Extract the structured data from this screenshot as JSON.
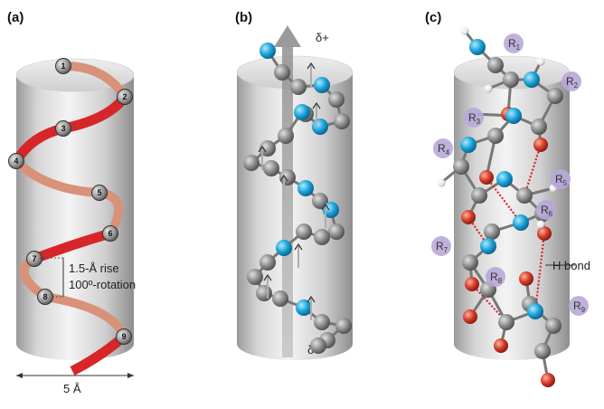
{
  "panels": {
    "a": {
      "label": "(a)",
      "residues": [
        "1",
        "2",
        "3",
        "4",
        "5",
        "6",
        "7",
        "8",
        "9"
      ],
      "rise": "1.5-Å rise",
      "rotation": "100º-rotation",
      "diameter": "5 Å"
    },
    "b": {
      "label": "(b)",
      "dipole_top": "δ+",
      "dipole_bottom": "δ−"
    },
    "c": {
      "label": "(c)",
      "r_groups": [
        {
          "base": "R",
          "sub": "1"
        },
        {
          "base": "R",
          "sub": "2"
        },
        {
          "base": "R",
          "sub": "3"
        },
        {
          "base": "R",
          "sub": "4"
        },
        {
          "base": "R",
          "sub": "5"
        },
        {
          "base": "R",
          "sub": "6"
        },
        {
          "base": "R",
          "sub": "7"
        },
        {
          "base": "R",
          "sub": "8"
        },
        {
          "base": "R",
          "sub": "9"
        }
      ],
      "hbond_label": "H bond"
    }
  },
  "colors": {
    "ribbon_front": "#d7262a",
    "ribbon_back": "#d8927a",
    "carbon": "#8a8a8a",
    "nitrogen": "#1aa3d8",
    "oxygen": "#d63a26",
    "hydrogen": "#f2f2f2",
    "r_group": "#b8a9d8",
    "hbond": "#d8262a"
  }
}
